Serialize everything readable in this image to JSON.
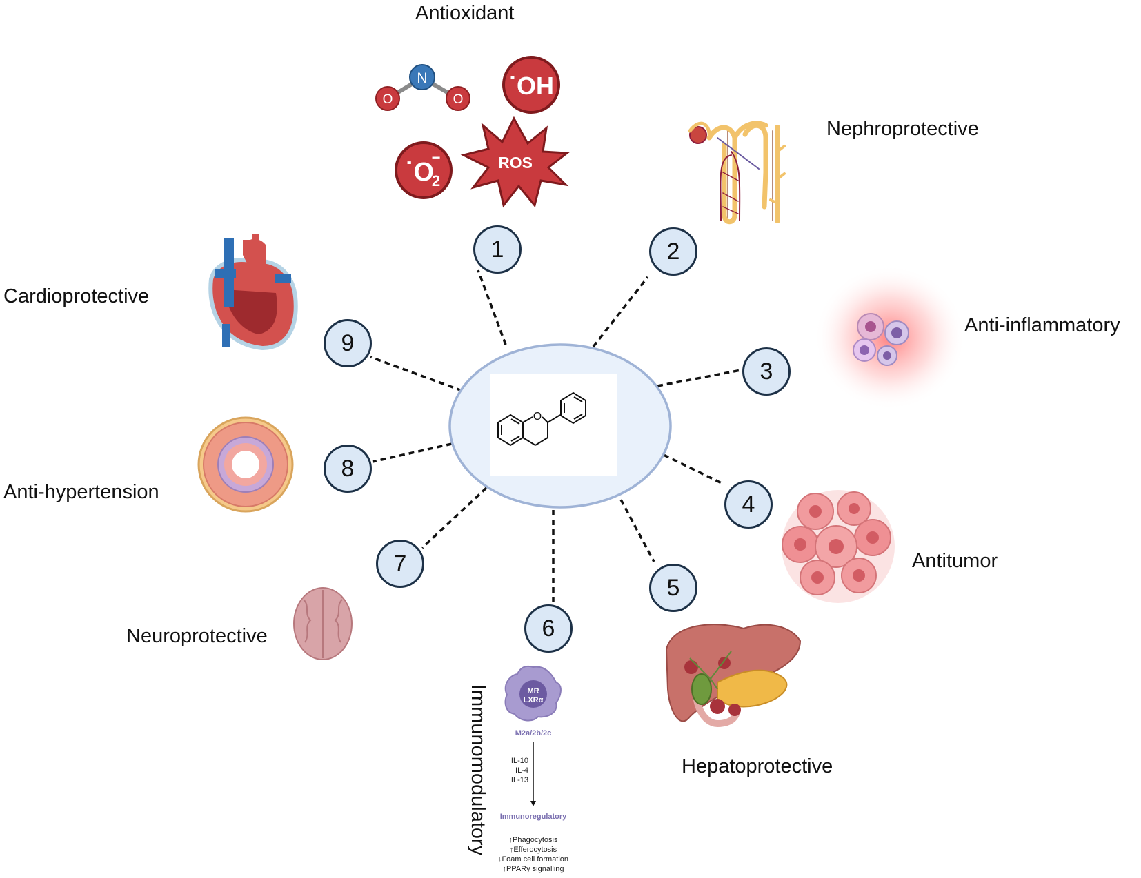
{
  "labels": {
    "antioxidant": "Antioxidant",
    "nephroprotective": "Nephroprotective",
    "anti_inflammatory": "Anti-inflammatory",
    "antitumor": "Antitumor",
    "hepatoprotective": "Hepatoprotective",
    "immunomodulatory": "Immunomodulatory",
    "neuroprotective": "Neuroprotective",
    "anti_hypertension": "Anti-hypertension",
    "cardioprotective": "Cardioprotective"
  },
  "nodes": [
    "1",
    "2",
    "3",
    "4",
    "5",
    "6",
    "7",
    "8",
    "9"
  ],
  "antioxidant_icons": {
    "no2_center": "N",
    "no2_side": "O",
    "hydroxyl": "˙OH",
    "superoxide_main": "˙O",
    "superoxide_sub": "2",
    "superoxide_sup": "−",
    "ros": "ROS"
  },
  "immuno": {
    "cell_line1": "MR",
    "cell_line2": "LXRα",
    "subtype": "M2a/2b/2c",
    "cytokines": [
      "IL-10",
      "IL-4",
      "IL-13"
    ],
    "outcome": "Immunoregulatory",
    "effects": [
      "↑Phagocytosis",
      "↑Efferocytosis",
      "↓Foam cell formation",
      "↑PPARγ signalling"
    ]
  },
  "structure": {
    "heteroatom": "O"
  },
  "colors": {
    "node_fill": "#dbe8f6",
    "node_stroke": "#1d3147",
    "center_fill": "#e9f1fb",
    "center_stroke": "#9fb3d6",
    "ros_red": "#c93a3e",
    "n_blue": "#3a78b8",
    "immuno_purple": "#7a6fb0"
  }
}
